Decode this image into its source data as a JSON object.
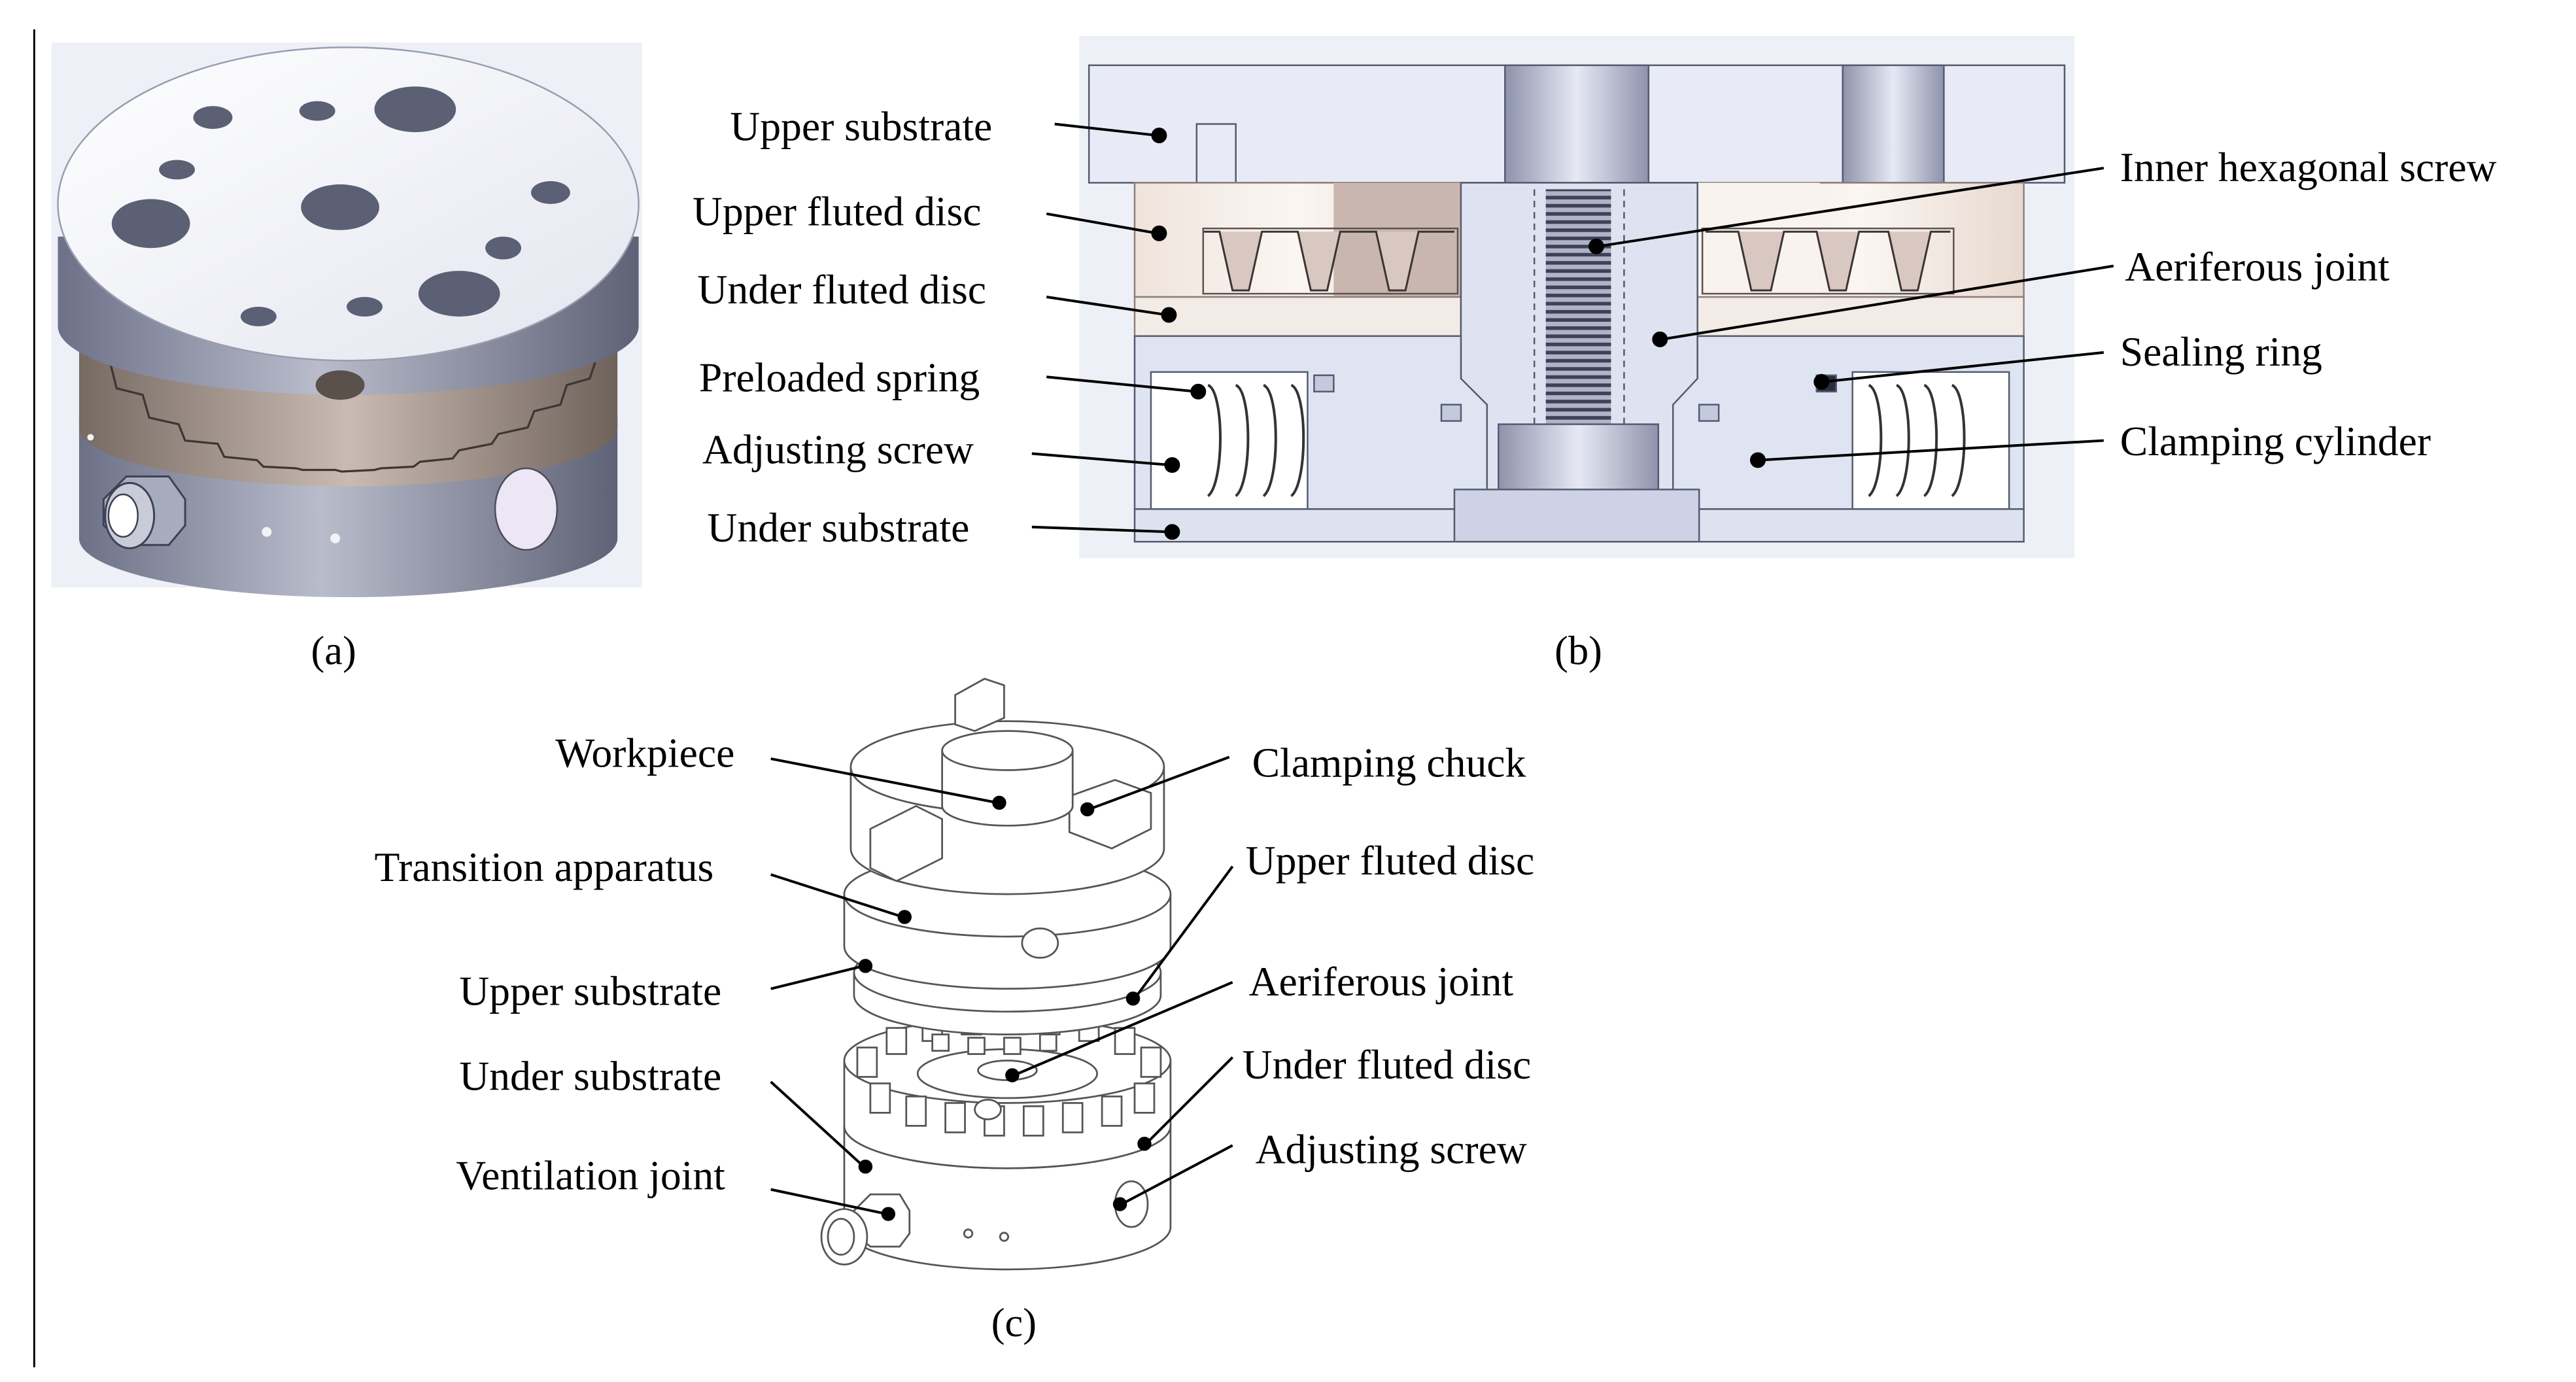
{
  "panels": {
    "a": {
      "caption": "(a)"
    },
    "b": {
      "caption": "(b)",
      "labels": {
        "upper_substrate": "Upper substrate",
        "upper_fluted_disc": "Upper fluted disc",
        "under_fluted_disc": "Under fluted disc",
        "preloaded_spring": "Preloaded spring",
        "adjusting_screw": "Adjusting screw",
        "under_substrate": "Under substrate",
        "inner_hexagonal_screw": "Inner hexagonal screw",
        "aeriferous_joint": "Aeriferous joint",
        "sealing_ring": "Sealing ring",
        "clamping_cylinder": "Clamping cylinder"
      }
    },
    "c": {
      "caption": "(c)",
      "labels": {
        "workpiece": "Workpiece",
        "transition_apparatus": "Transition apparatus",
        "upper_substrate": "Upper substrate",
        "under_substrate": "Under substrate",
        "ventilation_joint": "Ventilation joint",
        "clamping_chuck": "Clamping chuck",
        "upper_fluted_disc": "Upper fluted disc",
        "aeriferous_joint": "Aeriferous joint",
        "under_fluted_disc": "Under fluted disc",
        "adjusting_screw": "Adjusting screw"
      }
    }
  },
  "colors": {
    "steel": "#e6ebf6",
    "steel_dark": "#7a7f94",
    "disc": "#f4ece6",
    "disc_dark": "#8f7f7c",
    "bore": "#c9cde4",
    "line": "#000000"
  }
}
